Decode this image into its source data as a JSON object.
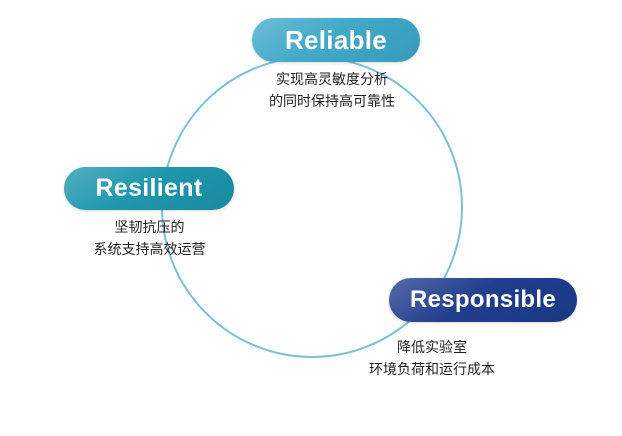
{
  "diagram": {
    "background_color": "#ffffff",
    "ring_color": "#7cc0d8",
    "nodes": [
      {
        "label": "Reliable",
        "caption_line1": "实现高灵敏度分析",
        "caption_line2": "的同时保持高可靠性",
        "pill_color": "#3ea7c8"
      },
      {
        "label": "Resilient",
        "caption_line1": "坚韧抗压的",
        "caption_line2": "系统支持高效运营",
        "pill_color": "#1b95ab"
      },
      {
        "label": "Responsible",
        "caption_line1": "降低实验室",
        "caption_line2": "环境负荷和运行成本",
        "pill_color": "#1d3a8b"
      }
    ]
  }
}
